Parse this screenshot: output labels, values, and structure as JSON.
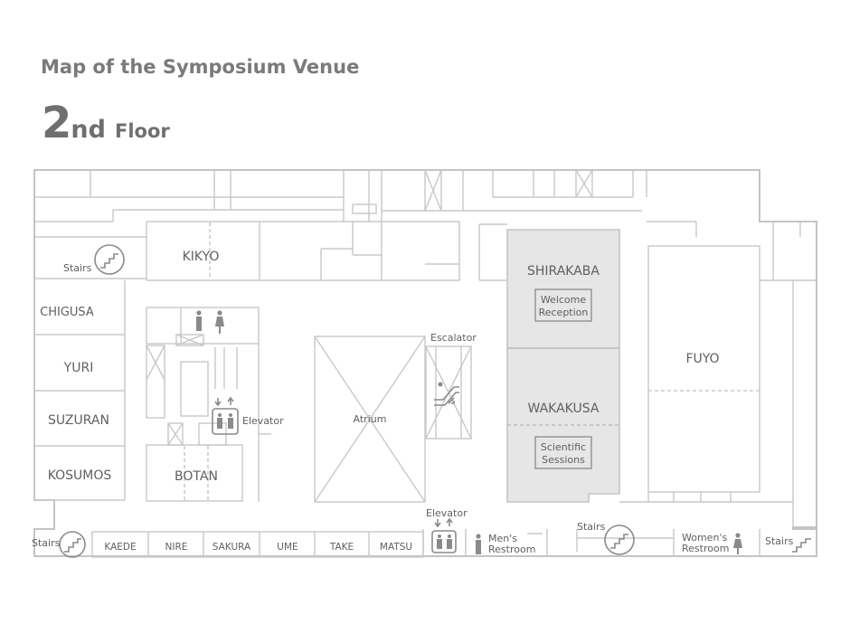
{
  "header": {
    "title": "Map of the Symposium Venue",
    "floor_number": "2",
    "floor_suffix": "nd",
    "floor_word": "Floor"
  },
  "rooms": {
    "kikyo": "KIKYO",
    "chigusa": "CHIGUSA",
    "yuri": "YURI",
    "suzuran": "SUZURAN",
    "kosumos": "KOSUMOS",
    "botan": "BOTAN",
    "shirakaba": "SHIRAKABA",
    "wakakusa": "WAKAKUSA",
    "fuyo": "FUYO",
    "atrium": "Atrium",
    "kaede": "KAEDE",
    "nire": "NIRE",
    "sakura": "SAKURA",
    "ume": "UME",
    "take": "TAKE",
    "matsu": "MATSU"
  },
  "facilities": {
    "stairs": "Stairs",
    "elevator": "Elevator",
    "escalator": "Escalator",
    "mens_restroom": [
      "Men's",
      "Restroom"
    ],
    "womens_restroom": [
      "Women's",
      "Restroom"
    ]
  },
  "events": {
    "welcome_reception": [
      "Welcome",
      "Reception"
    ],
    "scientific_sessions": [
      "Scientific",
      "Sessions"
    ]
  },
  "colors": {
    "event_hall_fill": "#e6e6e6",
    "wall": "#c4c4c4",
    "text": "#606060"
  },
  "icons": [
    "stairs-icon",
    "elevator-icon",
    "escalator-icon",
    "mens-restroom-icon",
    "womens-restroom-icon"
  ]
}
